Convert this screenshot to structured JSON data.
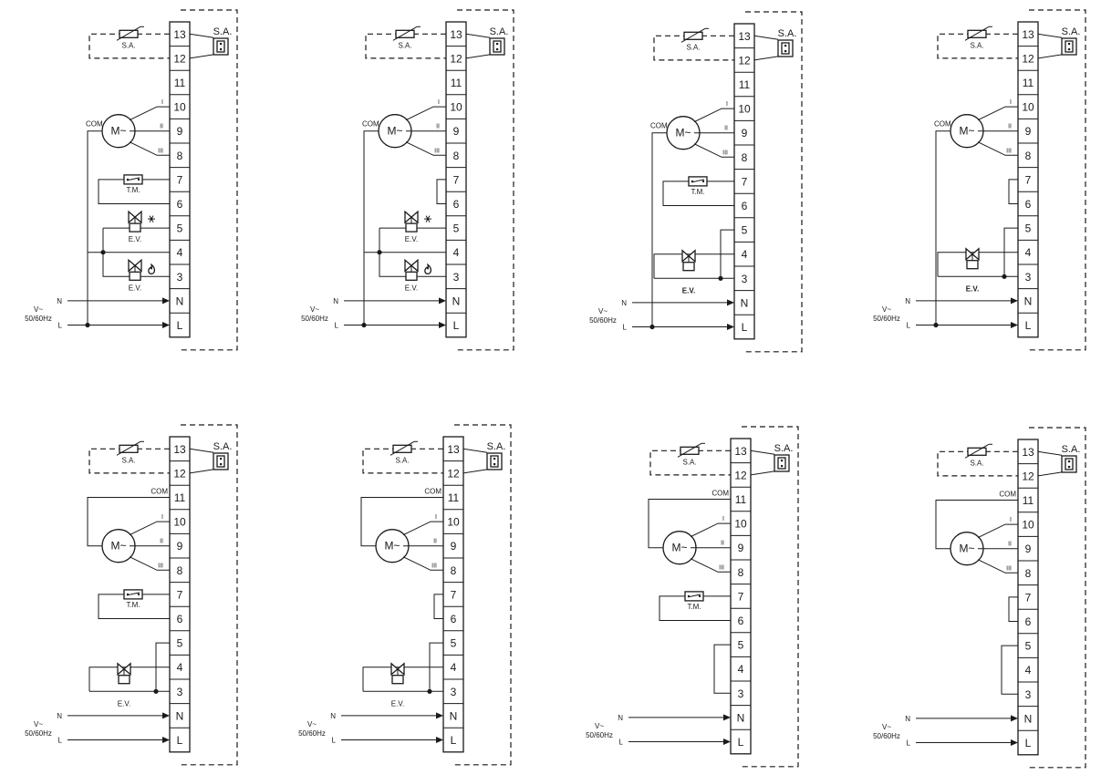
{
  "diagrams": [
    {
      "id": "d1",
      "terminals": [
        "13",
        "12",
        "11",
        "10",
        "9",
        "8",
        "7",
        "6",
        "5",
        "4",
        "3",
        "N",
        "L"
      ],
      "sensor_label": "S.A.",
      "sensor_connector_label": "S.A.",
      "motor_label": "M~",
      "com_label": "COM",
      "com_position": "motor",
      "speed_labels": [
        "I",
        "II",
        "III"
      ],
      "thermostat": "T.M.",
      "bridge_7_6": false,
      "valves": [
        {
          "label": "E.V.",
          "mode": "cool-snowflake-icon"
        },
        {
          "label": "E.V.",
          "mode": "heat-flame-icon"
        }
      ],
      "bridge_5_4_3": false,
      "supply": {
        "voltage": "V~",
        "frequency": "50/60Hz",
        "neutral": "N",
        "line": "L"
      }
    },
    {
      "id": "d2",
      "terminals": [
        "13",
        "12",
        "11",
        "10",
        "9",
        "8",
        "7",
        "6",
        "5",
        "4",
        "3",
        "N",
        "L"
      ],
      "sensor_label": "S.A.",
      "sensor_connector_label": "S.A.",
      "motor_label": "M~",
      "com_label": "COM",
      "com_position": "motor",
      "speed_labels": [
        "I",
        "II",
        "III"
      ],
      "thermostat": null,
      "bridge_7_6": true,
      "valves": [
        {
          "label": "E.V.",
          "mode": "cool-snowflake-icon"
        },
        {
          "label": "E.V.",
          "mode": "heat-flame-icon"
        }
      ],
      "bridge_5_4_3": false,
      "supply": {
        "voltage": "V~",
        "frequency": "50/60Hz",
        "neutral": "N",
        "line": "L"
      }
    },
    {
      "id": "d3",
      "terminals": [
        "13",
        "12",
        "11",
        "10",
        "9",
        "8",
        "7",
        "6",
        "5",
        "4",
        "3",
        "N",
        "L"
      ],
      "sensor_label": "S.A.",
      "sensor_connector_label": "S.A.",
      "motor_label": "M~",
      "com_label": "COM",
      "com_position": "motor",
      "speed_labels": [
        "I",
        "II",
        "III"
      ],
      "thermostat": "T.M.",
      "bridge_7_6": false,
      "valves": [
        {
          "label": "E.V.",
          "mode": "single"
        }
      ],
      "bridge_5_4_3": false,
      "supply": {
        "voltage": "V~",
        "frequency": "50/60Hz",
        "neutral": "N",
        "line": "L"
      }
    },
    {
      "id": "d4",
      "terminals": [
        "13",
        "12",
        "11",
        "10",
        "9",
        "8",
        "7",
        "6",
        "5",
        "4",
        "3",
        "N",
        "L"
      ],
      "sensor_label": "S.A.",
      "sensor_connector_label": "S.A.",
      "motor_label": "M~",
      "com_label": "COM",
      "com_position": "motor",
      "speed_labels": [
        "I",
        "II",
        "III"
      ],
      "thermostat": null,
      "bridge_7_6": true,
      "valves": [
        {
          "label": "E.V.",
          "mode": "single"
        }
      ],
      "bridge_5_4_3": false,
      "supply": {
        "voltage": "V~",
        "frequency": "50/60Hz",
        "neutral": "N",
        "line": "L"
      }
    },
    {
      "id": "d5",
      "terminals": [
        "13",
        "12",
        "11",
        "10",
        "9",
        "8",
        "7",
        "6",
        "5",
        "4",
        "3",
        "N",
        "L"
      ],
      "sensor_label": "S.A.",
      "sensor_connector_label": "S.A.",
      "motor_label": "M~",
      "com_label": "COM",
      "com_position": "terminal",
      "speed_labels": [
        "I",
        "II",
        "III"
      ],
      "thermostat": "T.M.",
      "bridge_7_6": false,
      "valves": [
        {
          "label": "E.V.",
          "mode": "single"
        }
      ],
      "bridge_5_4_3": false,
      "supply": {
        "voltage": "V~",
        "frequency": "50/60Hz",
        "neutral": "N",
        "line": "L"
      }
    },
    {
      "id": "d6",
      "terminals": [
        "13",
        "12",
        "11",
        "10",
        "9",
        "8",
        "7",
        "6",
        "5",
        "4",
        "3",
        "N",
        "L"
      ],
      "sensor_label": "S.A.",
      "sensor_connector_label": "S.A.",
      "motor_label": "M~",
      "com_label": "COM",
      "com_position": "terminal",
      "speed_labels": [
        "I",
        "II",
        "III"
      ],
      "thermostat": null,
      "bridge_7_6": true,
      "valves": [
        {
          "label": "E.V.",
          "mode": "single"
        }
      ],
      "bridge_5_4_3": false,
      "supply": {
        "voltage": "V~",
        "frequency": "50/60Hz",
        "neutral": "N",
        "line": "L"
      }
    },
    {
      "id": "d7",
      "terminals": [
        "13",
        "12",
        "11",
        "10",
        "9",
        "8",
        "7",
        "6",
        "5",
        "4",
        "3",
        "N",
        "L"
      ],
      "sensor_label": "S.A.",
      "sensor_connector_label": "S.A.",
      "motor_label": "M~",
      "com_label": "COM",
      "com_position": "terminal",
      "speed_labels": [
        "I",
        "II",
        "III"
      ],
      "thermostat": "T.M.",
      "bridge_7_6": false,
      "valves": [],
      "bridge_5_4_3": true,
      "supply": {
        "voltage": "V~",
        "frequency": "50/60Hz",
        "neutral": "N",
        "line": "L"
      }
    },
    {
      "id": "d8",
      "terminals": [
        "13",
        "12",
        "11",
        "10",
        "9",
        "8",
        "7",
        "6",
        "5",
        "4",
        "3",
        "N",
        "L"
      ],
      "sensor_label": "S.A.",
      "sensor_connector_label": "S.A.",
      "motor_label": "M~",
      "com_label": "COM",
      "com_position": "terminal",
      "speed_labels": [
        "I",
        "II",
        "III"
      ],
      "thermostat": null,
      "bridge_7_6": true,
      "valves": [],
      "bridge_5_4_3": true,
      "supply": {
        "voltage": "V~",
        "frequency": "50/60Hz",
        "neutral": "N",
        "line": "L"
      }
    }
  ]
}
